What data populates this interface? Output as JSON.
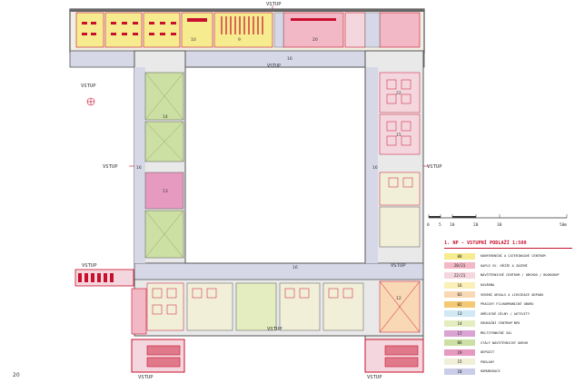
{
  "entrances": {
    "top": "VSTUP",
    "left_upper": "VSTUP",
    "left_mid": "VSTUP",
    "left_lower": "VSTUP",
    "right_mid": "VSTUP",
    "right_lower": "VSTUP",
    "inner_top": "VSTUP",
    "inner_bottom": "VSTUP",
    "bottom_left": "VSTUP",
    "bottom_right": "VSTUP"
  },
  "scale_bar": {
    "ticks": [
      "0",
      "5",
      "10",
      "20",
      "30",
      "50m"
    ]
  },
  "legend": {
    "title": "1. NP - VSTUPNÍ PODLAŽÍ 1:500",
    "items": [
      {
        "code": "08",
        "label": "KONFERENČNÍ A CATERINGOVÉ CENTRUM",
        "color": "#f6ec8f"
      },
      {
        "code": "20/21",
        "label": "KAPLE SV. KŘÍŽE A ZÁZEMÍ",
        "color": "#f2b8c6"
      },
      {
        "code": "22/21",
        "label": "NÁVŠTĚVNICKÉ CENTRUM / OBCHOD / BOOKSHOP",
        "color": "#f4d7de"
      },
      {
        "code": "16",
        "label": "KAVÁRNA",
        "color": "#fbf0b8"
      },
      {
        "code": "03",
        "label": "VEDENÍ ARSALS A LIKVIDACE ODPADU",
        "color": "#f9d8b5"
      },
      {
        "code": "02",
        "label": "PRACOVY FILHARMONICKÉ OBORU",
        "color": "#f5c875"
      },
      {
        "code": "13",
        "label": "UMĚLECKÉ DÍLNY / AKTIVITY",
        "color": "#cfe8f3"
      },
      {
        "code": "14",
        "label": "EDUKAČNÍ CENTRUM NPO",
        "color": "#e4edbf"
      },
      {
        "code": "17",
        "label": "MULTIFUNKČNÍ SÁL",
        "color": "#d9a3d3"
      },
      {
        "code": "06",
        "label": "STÁLÝ NÁVŠTĚVNICKÝ OKRUH",
        "color": "#cde0a3"
      },
      {
        "code": "19",
        "label": "DEPOZIT",
        "color": "#e79ac0"
      },
      {
        "code": "15",
        "label": "PODLAHY",
        "color": "#f2efd9"
      },
      {
        "code": "18",
        "label": "KOMUNIKACE",
        "color": "#c9cde7"
      }
    ]
  },
  "room_numbers": {
    "r9": "9",
    "r10": "10",
    "r20": "20",
    "r14": "14",
    "r13": "13",
    "r16a": "16",
    "r16b": "16",
    "r16c": "16",
    "r22": "22",
    "r15": "15",
    "r16d": "16",
    "r12": "12"
  },
  "page_number": "20"
}
